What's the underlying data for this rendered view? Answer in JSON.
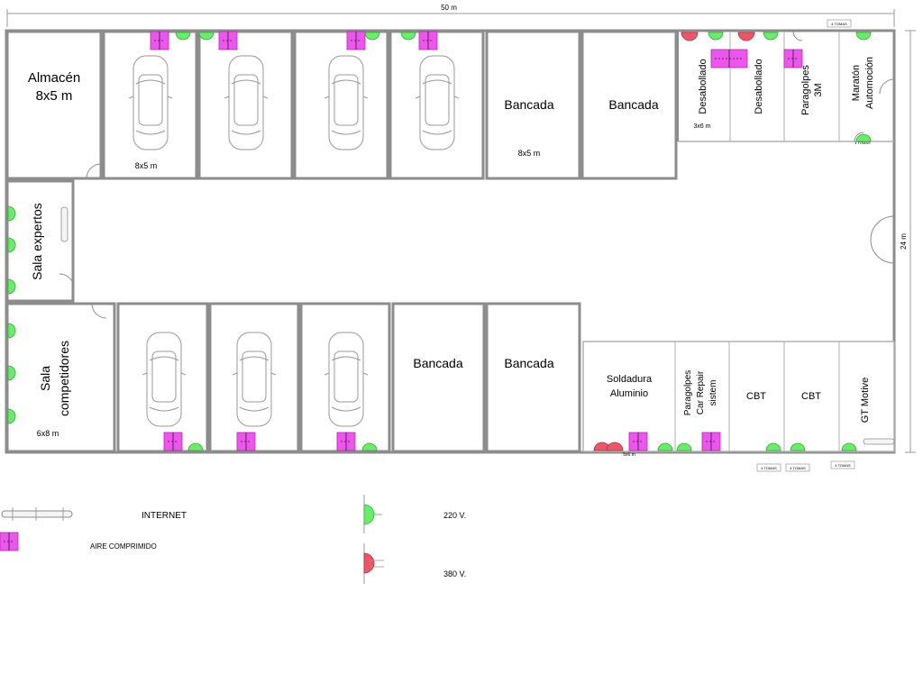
{
  "dimensions": {
    "width_label": "50 m",
    "height_label": "24 m"
  },
  "rooms": {
    "almacen": {
      "name": "Almacén",
      "size": "8x5 m"
    },
    "sala_expertos": {
      "name": "Sala expertos"
    },
    "sala_competidores": {
      "name_line1": "Sala",
      "name_line2": "competidores",
      "size": "6x8 m"
    },
    "box_size_label": "8x5 m",
    "bancada_label": "Bancada",
    "bancada_size": "8x5 m",
    "desabollado_label": "Desabollado",
    "desabollado_size": "3x6 m",
    "paragolpes_3m": {
      "line1": "Paragolpes",
      "line2": "3M"
    },
    "maraton": {
      "line1": "Maratón",
      "line2": "Automoción",
      "note": "4 TOMAS"
    },
    "soldadura": {
      "line1": "Soldadura",
      "line2": "Aluminio",
      "size": "5x6 m"
    },
    "paragolpes_car": {
      "line1": "Paragolpes",
      "line2": "Car Repair",
      "line3": "sistem"
    },
    "cbt_label": "CBT",
    "gt_motive": {
      "name": "GT Motive",
      "note": "4 TOMAS"
    },
    "tomas_note": "4 TOMAS"
  },
  "legend": {
    "internet": "INTERNET",
    "aire": "AIRE COMPRIMIDO",
    "v220": "220 V.",
    "v380": "380 V."
  },
  "colors": {
    "outlet_220": "#66ee66",
    "outlet_380": "#ee5566",
    "air": "#ee55ee",
    "wall": "#8c8c8c"
  }
}
